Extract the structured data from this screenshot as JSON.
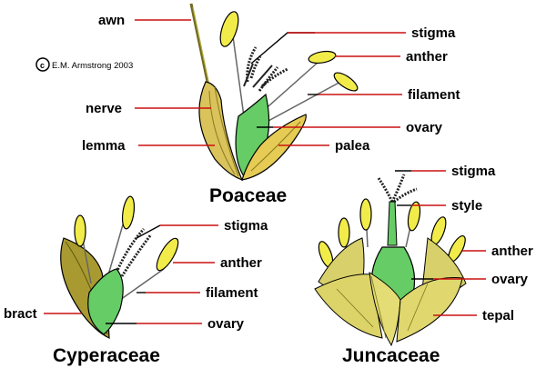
{
  "copyright": "E.M. Armstrong 2003",
  "colors": {
    "leader": "#cc1111",
    "anther": "#f2ec4a",
    "ovary": "#66cc66",
    "bract_light": "#e0d060",
    "bract_dark": "#8b8520"
  },
  "poaceae": {
    "title": "Poaceae",
    "labels": {
      "awn": "awn",
      "nerve": "nerve",
      "lemma": "lemma",
      "stigma": "stigma",
      "anther": "anther",
      "filament": "filament",
      "ovary": "ovary",
      "palea": "palea"
    }
  },
  "cyperaceae": {
    "title": "Cyperaceae",
    "labels": {
      "bract": "bract",
      "stigma": "stigma",
      "anther": "anther",
      "filament": "filament",
      "ovary": "ovary"
    }
  },
  "juncaceae": {
    "title": "Juncaceae",
    "labels": {
      "stigma": "stigma",
      "style": "style",
      "anther": "anther",
      "ovary": "ovary",
      "tepal": "tepal"
    }
  }
}
